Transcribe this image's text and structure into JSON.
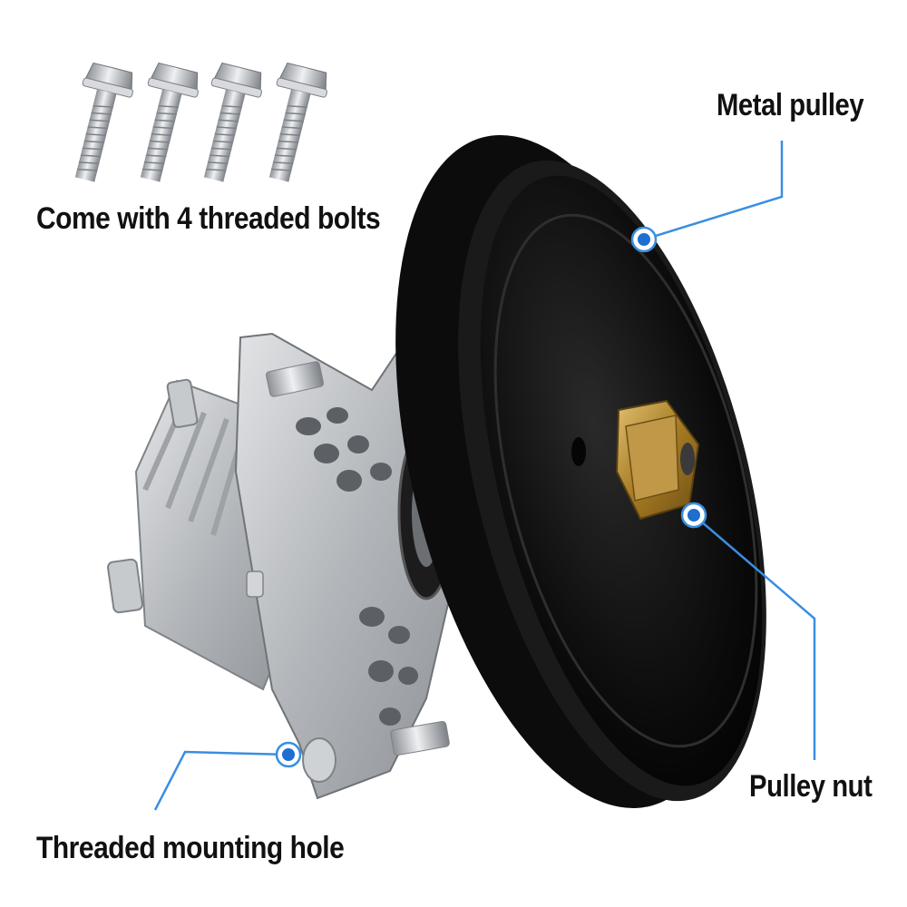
{
  "labels": {
    "bolts": "Come with 4 threaded bolts",
    "metal_pulley": "Metal pulley",
    "pulley_nut": "Pulley nut",
    "mount_hole": "Threaded mounting hole"
  },
  "colors": {
    "callout_line": "#3a8ee0",
    "pulley": "#111111",
    "housing": "#b9bcc0",
    "nut": "#b08a30",
    "bolt": "#c9ccd0"
  },
  "bolts_count": 4
}
